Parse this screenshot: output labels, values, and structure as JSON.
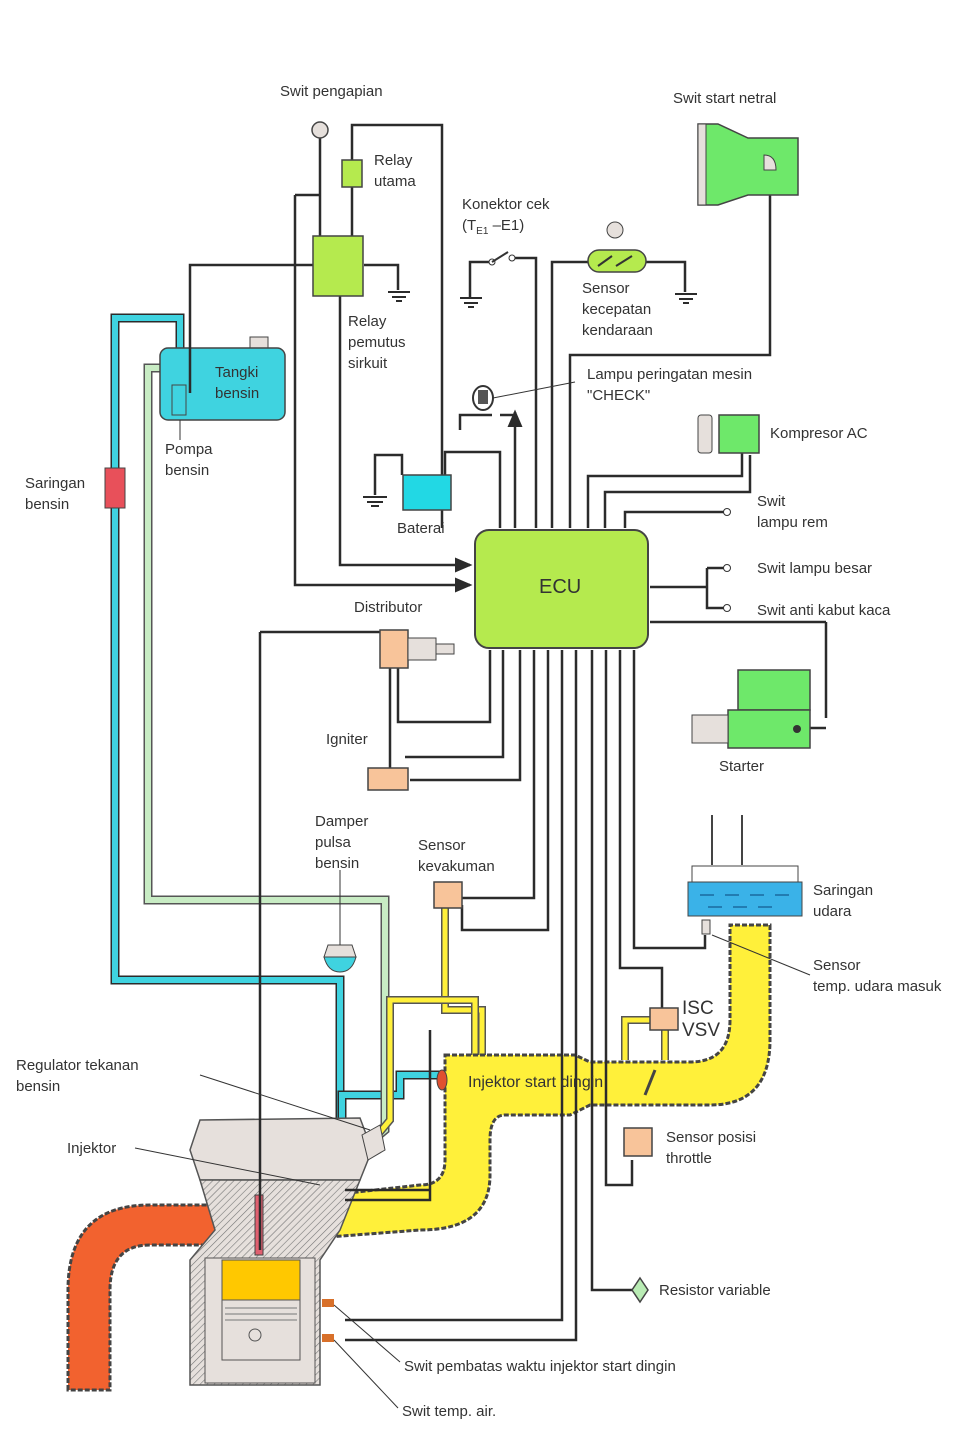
{
  "diagram": {
    "title": "",
    "colors": {
      "ecu": "#b5ea4e",
      "relay": "#b5ea4e",
      "fuel_line": "#3fd3e0",
      "return_line": "#c8ecc4",
      "air_intake": "#fff03a",
      "exhaust": "#f2622f",
      "sensor": "#f8c49a",
      "filter_fuel": "#e8505a",
      "combustion": "#ffc800",
      "green_part": "#6ee86a",
      "battery": "#22d8e4",
      "air_filter": "#3ab2e8",
      "wire": "#2b2b2b",
      "engine_body": "#e6e0dc"
    },
    "labels": {
      "swit_pengapian": "Swit pengapian",
      "relay_utama": [
        "Relay",
        "utama"
      ],
      "relay_pemutus": [
        "Relay",
        "pemutus",
        "sirkuit"
      ],
      "konektor_cek": [
        "Konektor cek",
        "(T",
        "E1",
        " –E1)"
      ],
      "sensor_kecepatan": [
        "Sensor",
        "kecepatan",
        "kendaraan"
      ],
      "swit_start_netral": "Swit start netral",
      "tangki_bensin": [
        "Tangki",
        "bensin"
      ],
      "pompa_bensin": [
        "Pompa",
        "bensin"
      ],
      "saringan_bensin": [
        "Saringan",
        "bensin"
      ],
      "lampu_peringatan": [
        "Lampu peringatan mesin",
        "\"CHECK\""
      ],
      "kompresor_ac": "Kompresor AC",
      "swit_lampu_rem": [
        "Swit",
        "lampu rem"
      ],
      "baterai": "Baterai",
      "ecu": "ECU",
      "swit_lampu_besar": "Swit lampu besar",
      "swit_anti_kabut": "Swit anti kabut kaca",
      "distributor": "Distributor",
      "igniter": "Igniter",
      "starter": "Starter",
      "damper_pulsa": [
        "Damper",
        "pulsa",
        "bensin"
      ],
      "sensor_kevakuman": [
        "Sensor",
        "kevakuman"
      ],
      "saringan_udara": [
        "Saringan",
        "udara"
      ],
      "sensor_temp_udara": [
        "Sensor",
        "temp. udara masuk"
      ],
      "isc_vsv": [
        "ISC",
        "VSV"
      ],
      "regulator": [
        "Regulator tekanan",
        "bensin"
      ],
      "injektor_start_dingin": "Injektor start dingin",
      "injektor": "Injektor",
      "sensor_posisi_throttle": [
        "Sensor posisi",
        "throttle"
      ],
      "resistor_variable": "Resistor variable",
      "swit_pembatas": "Swit pembatas waktu  injektor start dingin",
      "swit_temp_air": "Swit temp. air."
    }
  }
}
